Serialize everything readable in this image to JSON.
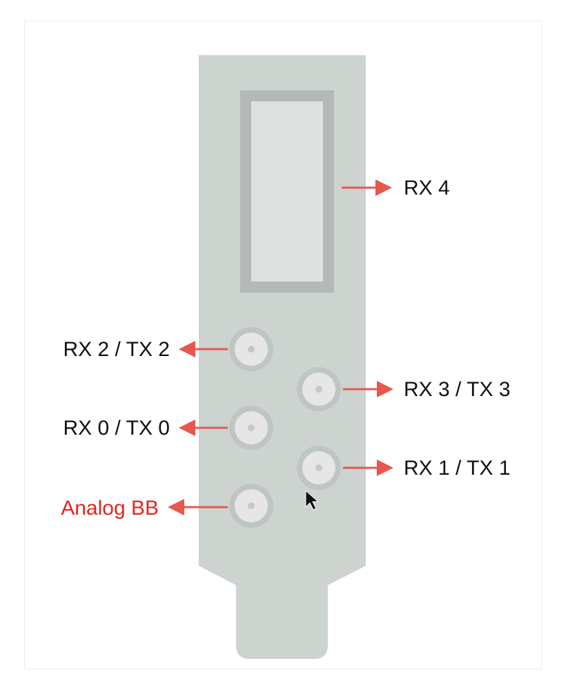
{
  "diagram": {
    "labels": {
      "rx4": "RX 4",
      "rx2_tx2": "RX 2 / TX 2",
      "rx3_tx3": "RX 3 / TX 3",
      "rx0_tx0": "RX 0 / TX 0",
      "rx1_tx1": "RX 1 / TX 1",
      "analog_bb": "Analog BB"
    },
    "colors": {
      "bracket_fill": "#cdd3ce",
      "window_frame": "#b3b9b8",
      "window_fill": "#dfe0e0",
      "connector_ring": "#bfc5c3",
      "connector_face": "#e5e6e5",
      "connector_pin": "#c4c8c6",
      "arrow": "#e8574d",
      "label_dark": "#111111",
      "label_highlight": "#e8231e"
    },
    "icons": [
      "mouse-pointer-icon"
    ]
  }
}
